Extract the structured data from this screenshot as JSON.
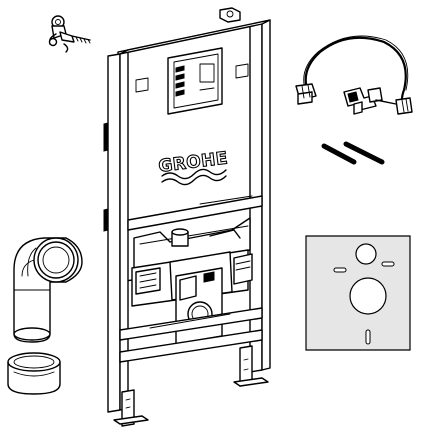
{
  "product": {
    "brand_logo_text": "GROHE"
  },
  "parts": [
    {
      "name": "wall-fixing-bracket-set",
      "icon": "bracket-icon"
    },
    {
      "name": "installation-frame",
      "icon": "frame-icon"
    },
    {
      "name": "flexible-supply-hose",
      "icon": "hose-icon"
    },
    {
      "name": "fixing-bolts",
      "icon": "bolt-icon"
    },
    {
      "name": "flush-bend-elbow",
      "icon": "elbow-pipe-icon"
    },
    {
      "name": "connector-sleeve",
      "icon": "sleeve-icon"
    },
    {
      "name": "sound-insulation-mat",
      "icon": "insulation-mat-icon"
    }
  ],
  "colors": {
    "line": "#000000",
    "background": "#ffffff",
    "mat_fill": "#e6e6e6"
  }
}
